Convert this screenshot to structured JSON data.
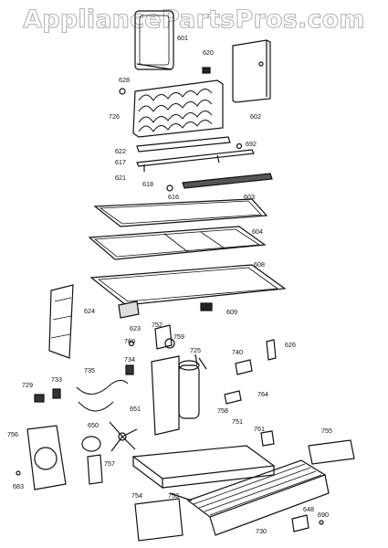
{
  "watermark": "AppliancePartsPros.com",
  "parts": [
    {
      "id": "p601",
      "label": "601"
    },
    {
      "id": "p602",
      "label": "602"
    },
    {
      "id": "p603",
      "label": "603"
    },
    {
      "id": "p604",
      "label": "604"
    },
    {
      "id": "p608",
      "label": "608"
    },
    {
      "id": "p609",
      "label": "609"
    },
    {
      "id": "p616",
      "label": "616"
    },
    {
      "id": "p617",
      "label": "617"
    },
    {
      "id": "p618",
      "label": "618"
    },
    {
      "id": "p620",
      "label": "620"
    },
    {
      "id": "p621",
      "label": "621"
    },
    {
      "id": "p622",
      "label": "622"
    },
    {
      "id": "p623",
      "label": "623"
    },
    {
      "id": "p624",
      "label": "624"
    },
    {
      "id": "p626",
      "label": "626"
    },
    {
      "id": "p628",
      "label": "628"
    },
    {
      "id": "p648",
      "label": "648"
    },
    {
      "id": "p650",
      "label": "650"
    },
    {
      "id": "p651",
      "label": "651"
    },
    {
      "id": "p683",
      "label": "683"
    },
    {
      "id": "p690",
      "label": "690"
    },
    {
      "id": "p692",
      "label": "692"
    },
    {
      "id": "p725",
      "label": "725"
    },
    {
      "id": "p726",
      "label": "726"
    },
    {
      "id": "p729",
      "label": "729"
    },
    {
      "id": "p730",
      "label": "730"
    },
    {
      "id": "p733",
      "label": "733"
    },
    {
      "id": "p734",
      "label": "734"
    },
    {
      "id": "p735",
      "label": "735"
    },
    {
      "id": "p740",
      "label": "740"
    },
    {
      "id": "p751",
      "label": "751"
    },
    {
      "id": "p752",
      "label": "752"
    },
    {
      "id": "p753",
      "label": "753"
    },
    {
      "id": "p754",
      "label": "754"
    },
    {
      "id": "p755",
      "label": "755"
    },
    {
      "id": "p756",
      "label": "756"
    },
    {
      "id": "p757",
      "label": "757"
    },
    {
      "id": "p758",
      "label": "758"
    },
    {
      "id": "p759",
      "label": "759"
    },
    {
      "id": "p760",
      "label": "760"
    },
    {
      "id": "p761",
      "label": "761"
    },
    {
      "id": "p764",
      "label": "764"
    },
    {
      "id": "p626b",
      "label": "626"
    }
  ]
}
